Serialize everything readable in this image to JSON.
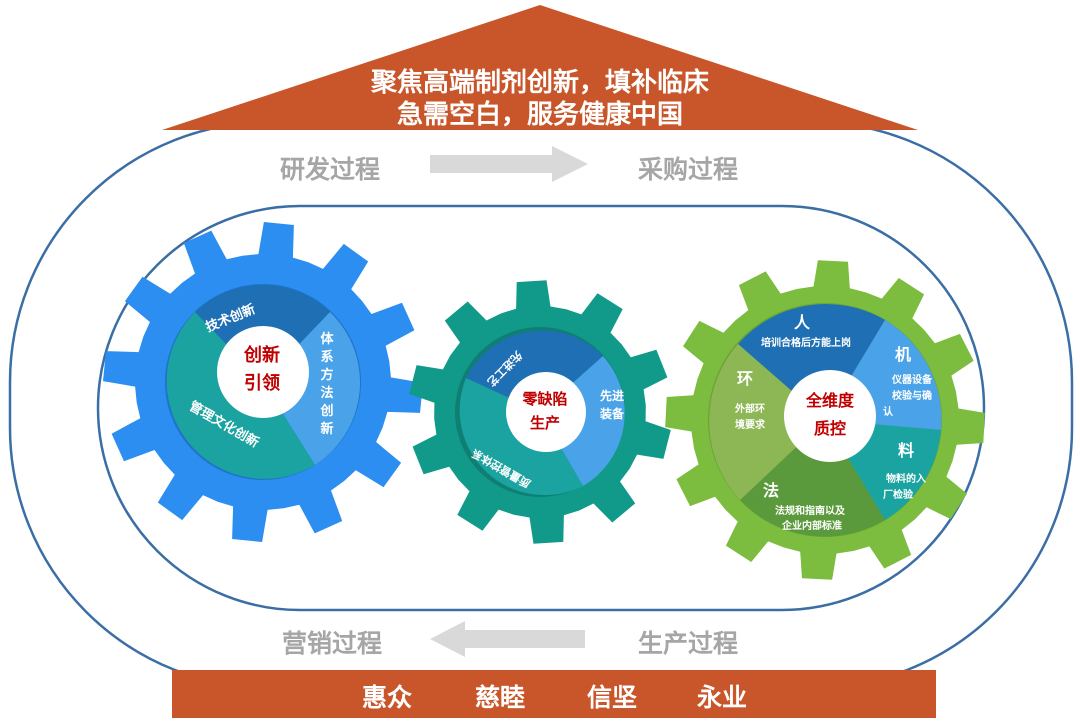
{
  "roof": {
    "line1": "聚焦高端制剂创新，填补临床",
    "line2": "急需空白，服务健康中国"
  },
  "processes": {
    "top_left": "研发过程",
    "top_right": "采购过程",
    "bottom_left": "营销过程",
    "bottom_right": "生产过程"
  },
  "gear1": {
    "center_line1": "创新",
    "center_line2": "引领",
    "seg_top": "技术创新",
    "seg_right": [
      "体",
      "系",
      "方",
      "法",
      "创",
      "新"
    ],
    "seg_bottom": "管理文化创新"
  },
  "gear2": {
    "center_line1": "零缺陷",
    "center_line2": "生产",
    "seg_top": "先进工艺",
    "seg_right_line1": "先进",
    "seg_right_line2": "装备",
    "seg_bottom": "质量管控体系"
  },
  "gear3": {
    "center_line1": "全维度",
    "center_line2": "质控",
    "person_title": "人",
    "person_text": "培训合格后方能上岗",
    "machine_title": "机",
    "machine_line1": "仪器设备",
    "machine_line2": "校验与确",
    "machine_line3": "认",
    "material_title": "料",
    "material_line1": "物料的入",
    "material_line2": "厂检验",
    "law_title": "法",
    "law_line1": "法规和指南以及",
    "law_line2": "企业内部标准",
    "env_title": "环",
    "env_line1": "外部环",
    "env_line2": "境要求"
  },
  "base": {
    "words": [
      "惠众",
      "慈睦",
      "信坚",
      "永业"
    ]
  },
  "colors": {
    "roof": "#c9562a",
    "gear1": "#2b8ef0",
    "gear2": "#119a8a",
    "gear3": "#7cbc3e",
    "center_text": "#c00000",
    "process_text": "#a6a6a6"
  }
}
